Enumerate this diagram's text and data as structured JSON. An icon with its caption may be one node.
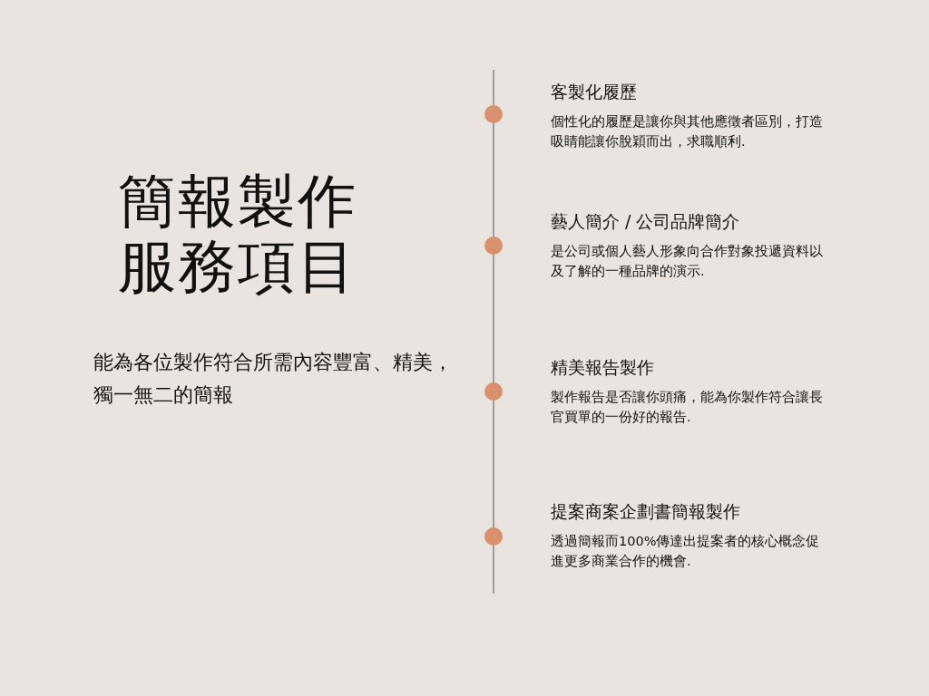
{
  "diagram": {
    "title": "簡報製作服務項目",
    "nodes": [
      {
        "text": [
          "客製化履歷",
          "個性化的履歷是讓你與其他應徵者區別，打造吸睛能讓你脫穎而出，求職順利."
        ]
      },
      {
        "text": [
          "藝人簡介 / 公司品牌簡介",
          "是公司或個人藝人形象向合作對象投遞資料以及了解的一種品牌的演示."
        ]
      },
      {
        "text": [
          "精美報告製作",
          "製作報告是否讓你頭痛，能為你製作符合讓長官買單的一份好的報告."
        ]
      },
      {
        "text": [
          "提案商案企劃書簡報製作",
          "透過簡報而100%傳達出提案者的核心概念促進更多商業合作的機會."
        ]
      }
    ],
    "labels": [
      "能為各位製作符合所需內容豐富、精美，獨一無二的簡報"
    ]
  }
}
